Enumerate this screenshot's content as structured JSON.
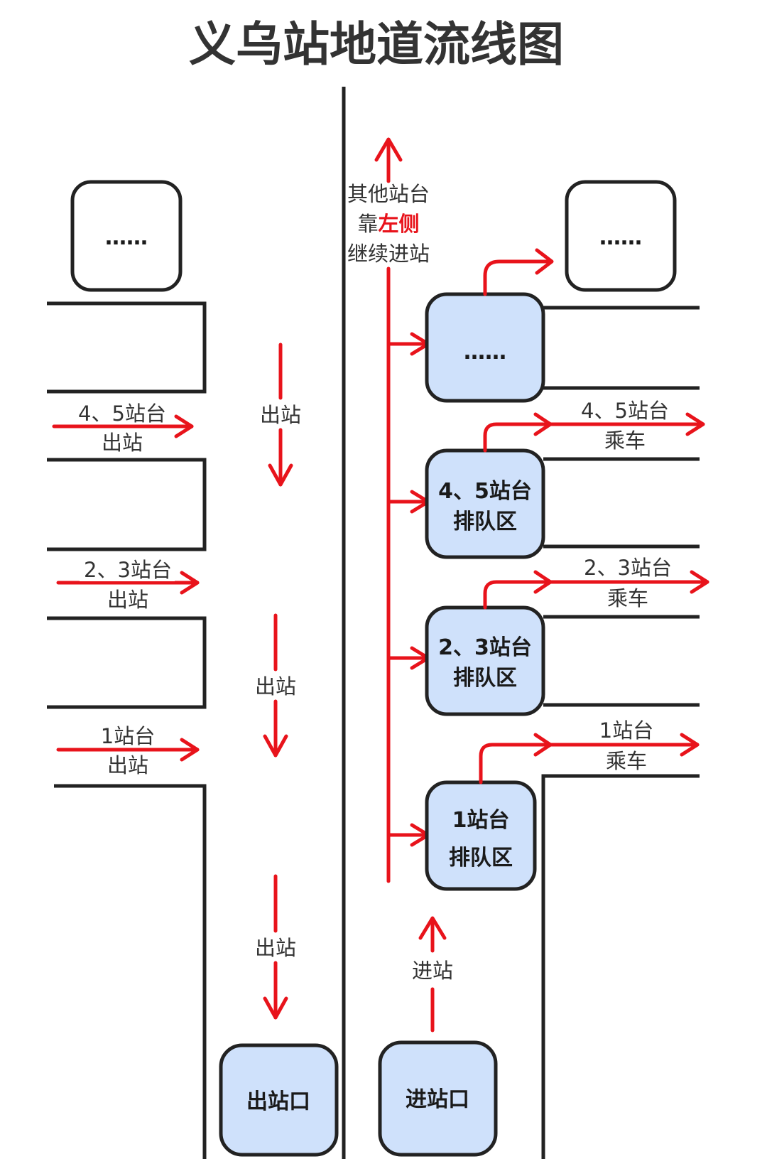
{
  "title": "义乌站地道流线图",
  "colors": {
    "flow": "#e8131b",
    "box_fill": "#cfe1fb",
    "line": "#222222"
  },
  "left": {
    "gates": [
      {
        "line1": "4、5站台",
        "line2": "出站"
      },
      {
        "line1": "2、3站台",
        "line2": "出站"
      },
      {
        "line1": "1站台",
        "line2": "出站"
      }
    ],
    "flow_labels": [
      "出站",
      "出站",
      "出站"
    ],
    "exit_box": "出站口",
    "more_box": "……"
  },
  "right": {
    "entrance_box": "进站口",
    "entrance_flow_label": "进站",
    "note": {
      "line1": "其他站台",
      "line2_prefix": "靠",
      "line2_highlight": "左侧",
      "line3": "继续进站"
    },
    "queue_boxes": [
      {
        "line1": "……",
        "line2": ""
      },
      {
        "line1": "4、5站台",
        "line2": "排队区"
      },
      {
        "line1": "2、3站台",
        "line2": "排队区"
      },
      {
        "line1": "1站台",
        "line2": "排队区"
      }
    ],
    "board_labels": [
      {
        "line1": "4、5站台",
        "line2": "乘车"
      },
      {
        "line1": "2、3站台",
        "line2": "乘车"
      },
      {
        "line1": "1站台",
        "line2": "乘车"
      }
    ],
    "more_box": "……"
  }
}
